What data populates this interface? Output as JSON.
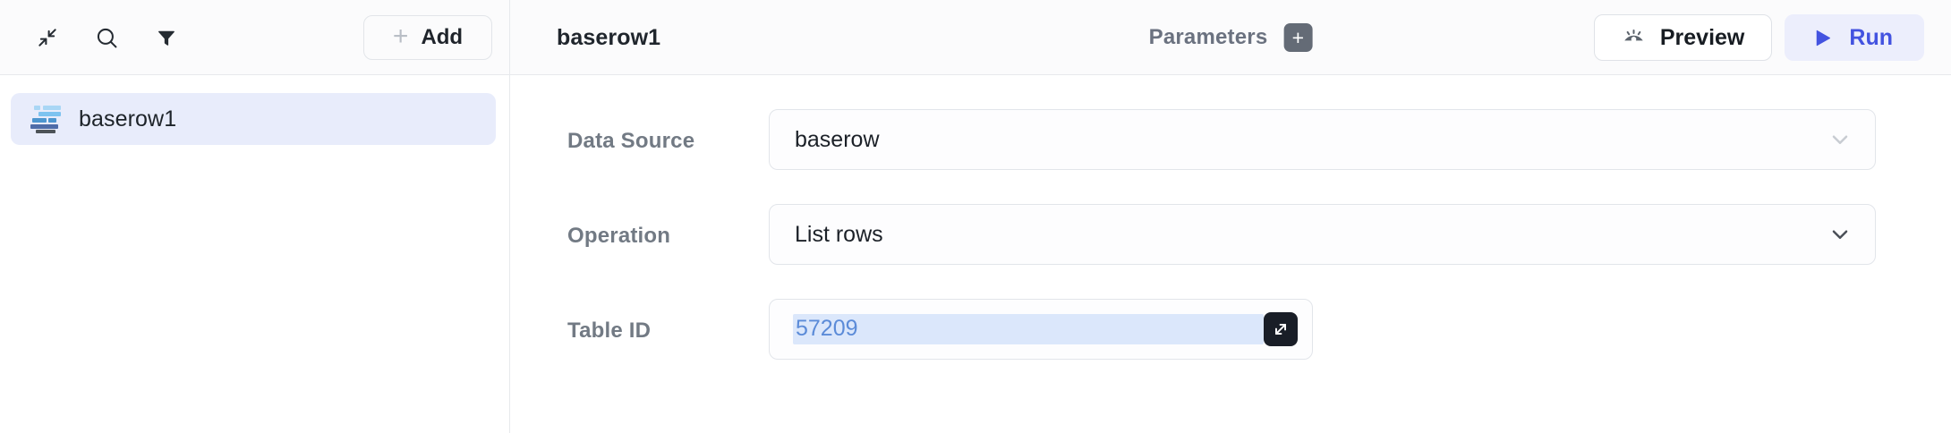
{
  "topbar": {
    "collapse_icon": "collapse-arrows-icon",
    "search_icon": "search-icon",
    "filter_icon": "filter-icon",
    "add_label": "Add",
    "add_plus": "+",
    "node_title": "baserow1",
    "parameters_label": "Parameters",
    "parameters_add_plus": "+",
    "preview_label": "Preview",
    "preview_icon": "eye-icon",
    "run_label": "Run",
    "run_icon": "play-icon"
  },
  "sidebar": {
    "items": [
      {
        "label": "baserow1",
        "icon": "baserow-logo-icon",
        "active": true
      }
    ]
  },
  "form": {
    "fields": [
      {
        "label": "Data Source",
        "value": "baserow",
        "type": "select"
      },
      {
        "label": "Operation",
        "value": "List rows",
        "type": "select"
      },
      {
        "label": "Table ID",
        "value": "57209",
        "type": "text"
      }
    ]
  },
  "colors": {
    "accent": "#4353e0",
    "run_bg": "#eceefc",
    "sidebar_active_bg": "#e8ecfb",
    "border": "#e2e5ea",
    "label_text": "#727a84",
    "value_text": "#1c2128",
    "token_text": "#5b8bd8",
    "token_bg": "#dbe7fb",
    "expand_btn_bg": "#191e27"
  }
}
